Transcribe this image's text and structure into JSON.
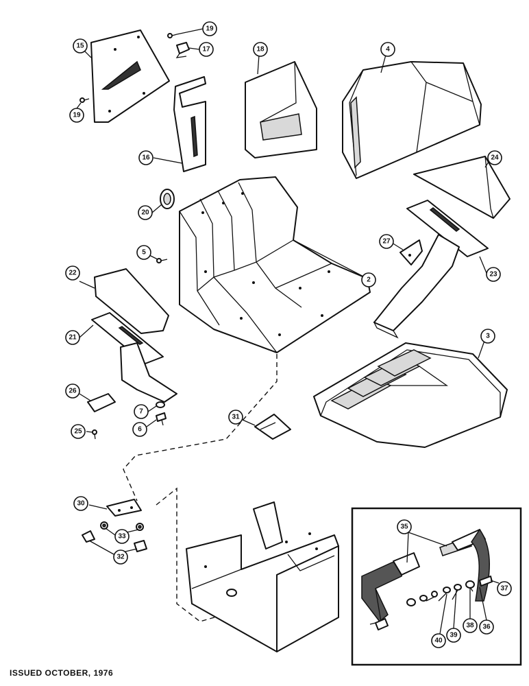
{
  "footer": {
    "issued": "ISSUED OCTOBER, 1976"
  },
  "callouts": {
    "c15": "15",
    "c19a": "19",
    "c17": "17",
    "c19b": "19",
    "c18": "18",
    "c4": "4",
    "c16": "16",
    "c24": "24",
    "c20": "20",
    "c5": "5",
    "c27": "27",
    "c23": "23",
    "c22": "22",
    "c2": "2",
    "c21": "21",
    "c3": "3",
    "c26": "26",
    "c7": "7",
    "c6": "6",
    "c25": "25",
    "c31": "31",
    "c30": "30",
    "c33": "33",
    "c32": "32",
    "c35": "35",
    "c37": "37",
    "c36": "36",
    "c38": "38",
    "c39": "39",
    "c40": "40"
  }
}
